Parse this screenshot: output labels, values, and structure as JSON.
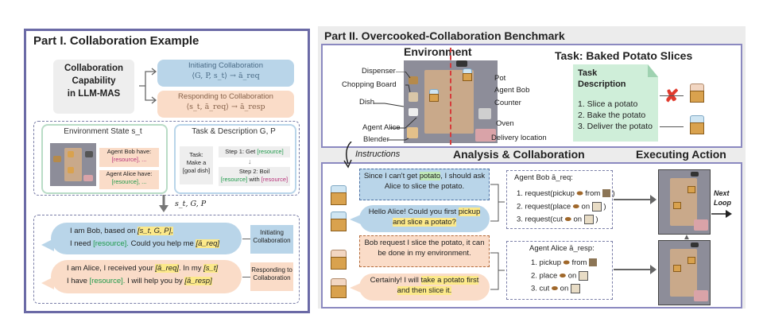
{
  "part1": {
    "title": "Part I. Collaboration Example",
    "capability": [
      "Collaboration",
      "Capability",
      "in LLM-MAS"
    ],
    "initiating_title": "Initiating Collaboration",
    "initiating_formula": "⟨G, P, s_t⟩ → ā_req",
    "responding_title": "Responding to Collaboration",
    "responding_formula": "⟨s_t, ā_req⟩ → ā_resp",
    "env_state_title": "Environment State s_t",
    "agent_bob_have": "Agent Bob have:",
    "agent_bob_res": "[resource], ...",
    "agent_alice_have": "Agent Alice have:",
    "agent_alice_res": "[resource], ...",
    "task_desc_title": "Task & Description G, P",
    "task_label": "Task:",
    "task_make": "Make a",
    "task_goal": "[goal dish]",
    "step1": "Step 1: Get",
    "step1_res": "[resource]",
    "step2": "Step 2:  Boil",
    "step2_res1": "[resource]",
    "step2_with": "with",
    "step2_res2": "[resource]",
    "arrow_label": "s_t, G, P",
    "bob_line1_a": "I am Bob, based on",
    "bob_line1_hl": "[s_t, G, P],",
    "bob_line2_a": "I need",
    "bob_line2_res": "[resource].",
    "bob_line2_b": "Could you help me",
    "bob_line2_hl": "[ā_req]",
    "initiating_tag": "Initiating Collaboration",
    "alice_line1_a": "I am Alice,  I received your",
    "alice_line1_hl": "[ā_req]",
    "alice_line1_b": ". In my",
    "alice_line1_hl2": "[s_t]",
    "alice_line2_a": "I have",
    "alice_line2_res": "[resource].",
    "alice_line2_b": "I will help you by",
    "alice_line2_hl": "[ā_resp]",
    "responding_tag": "Responding to Collaboration"
  },
  "part2": {
    "title": "Part II. Overcooked-Collaboration Benchmark",
    "env_title": "Environment",
    "labels_left": [
      "Dispenser",
      "Chopping Board",
      "Dish",
      "Agent Alice",
      "Blender"
    ],
    "labels_right": [
      "Pot",
      "Agent Bob",
      "Counter",
      "Oven",
      "Delivery location"
    ],
    "task_title": "Task: Baked Potato Slices",
    "task_desc_head": "Task Description",
    "task_steps": [
      "1.  Slice a potato",
      "2.  Bake the potato",
      "3.  Deliver the potato"
    ],
    "instructions": "Instructions",
    "analysis_title": "Analysis & Collaboration",
    "executing_title": "Executing Action",
    "bob_think_1": "Since I can't get",
    "bob_think_hl": "potato",
    "bob_think_2": ", I should ask Alice to slice the potato.",
    "bob_say_1": "Hello Alice! Could you first",
    "bob_say_hl": "pickup and slice a potato?",
    "bob_req_title": "Agent Bob ā_req:",
    "bob_req": [
      "1.  request(pickup",
      "2.  request(place",
      "3.  request(cut"
    ],
    "bob_req_mid": [
      "from",
      "on",
      "on"
    ],
    "alice_think_hl": "Bob request I slice the potato, it can be done in my environment.",
    "alice_say_1": "Certainly! I will",
    "alice_say_hl": "take a potato first and then slice it.",
    "alice_resp_title": "Agent Alice ā_resp:",
    "alice_resp": [
      "1.  pickup",
      "2.  place",
      "3.  cut"
    ],
    "alice_resp_mid": [
      "from",
      "on",
      "on"
    ],
    "next_loop": [
      "Next",
      "Loop"
    ]
  },
  "colors": {
    "part1_border": "#6b6aa6",
    "blue_box": "#b9d5e9",
    "peach_box": "#fadcc8",
    "green_box": "#cfeed9",
    "panel_gray": "#ececec",
    "floor": "#c9a98a",
    "counter": "#8d8d99",
    "delivery": "#d9a3a8"
  }
}
